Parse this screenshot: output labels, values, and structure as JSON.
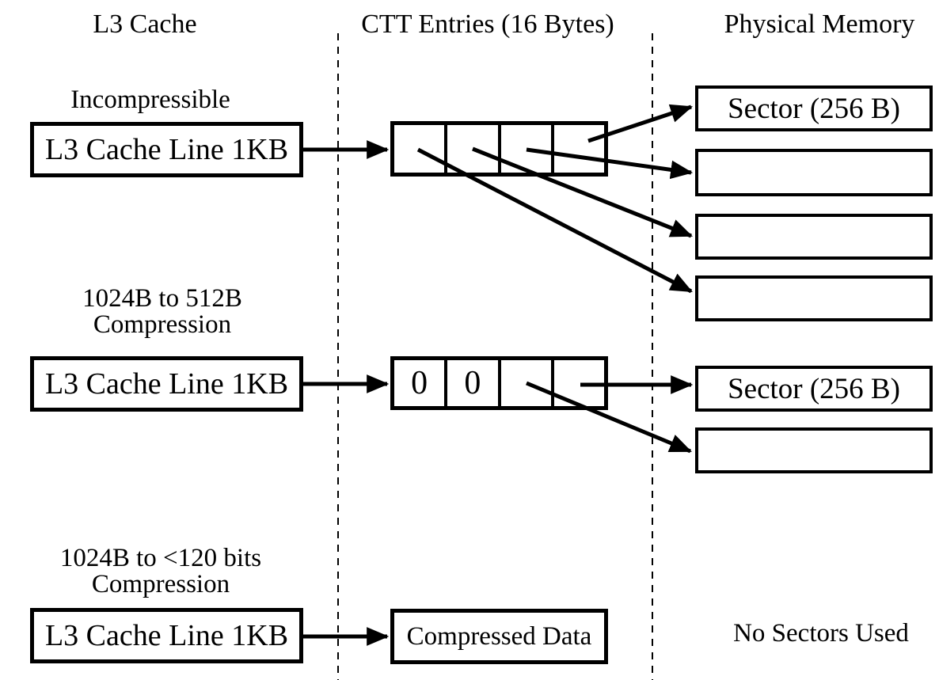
{
  "headers": {
    "l3": "L3 Cache",
    "ctt": "CTT Entries (16 Bytes)",
    "pm": "Physical Memory"
  },
  "row1": {
    "label": "Incompressible",
    "cache_line": "L3 Cache Line 1KB",
    "sector1": "Sector (256 B)"
  },
  "row2": {
    "label_line1": "1024B to 512B",
    "label_line2": "Compression",
    "cache_line": "L3 Cache Line 1KB",
    "ctt_cell1": "0",
    "ctt_cell2": "0",
    "sector1": "Sector (256 B)"
  },
  "row3": {
    "label_line1": "1024B to <120 bits",
    "label_line2": "Compression",
    "cache_line": "L3 Cache Line 1KB",
    "ctt_box": "Compressed Data",
    "note": "No Sectors Used"
  },
  "colors": {
    "ink": "#000000",
    "background": "#ffffff"
  }
}
